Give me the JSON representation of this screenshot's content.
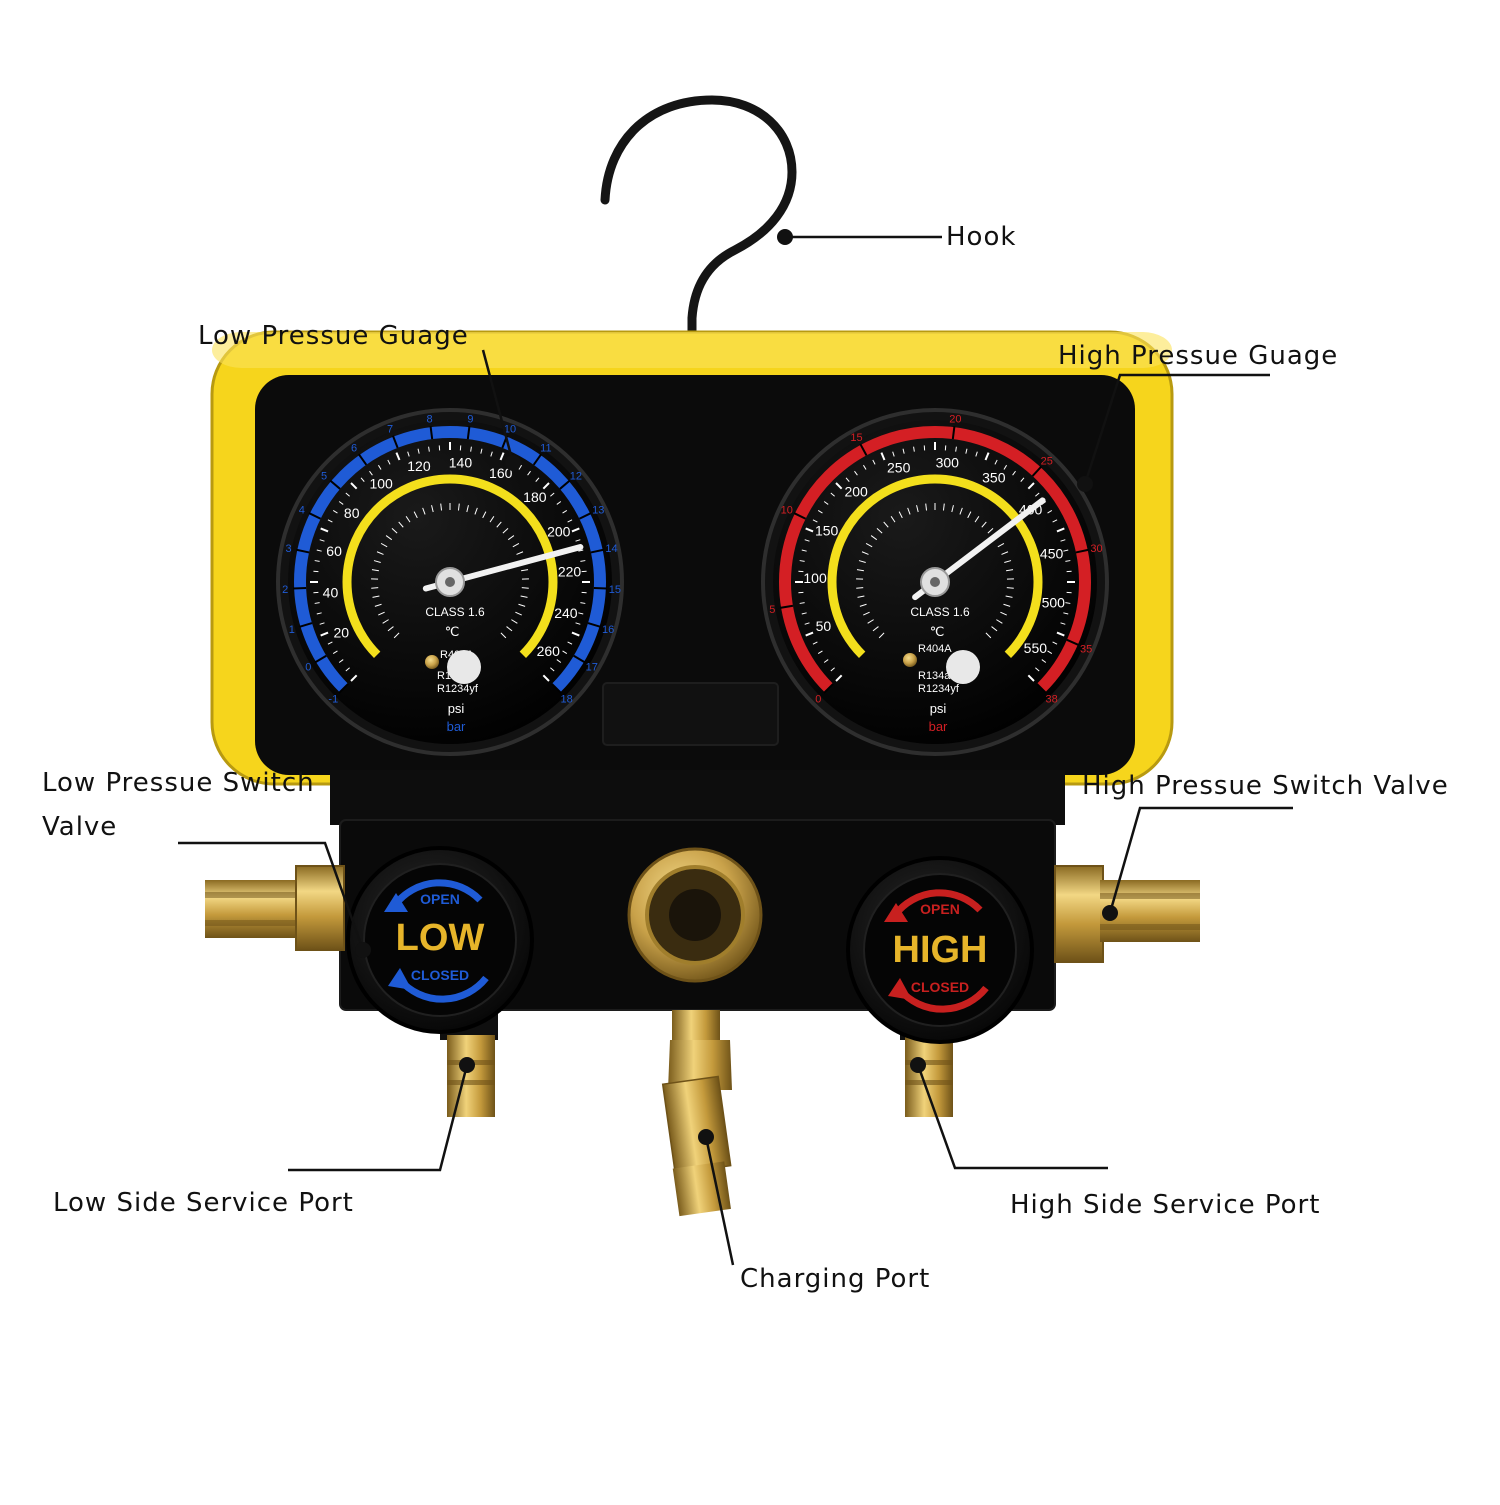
{
  "colors": {
    "housing_yellow": "#f6d51c",
    "panel_black": "#0a0a0a",
    "low_accent": "#1f5bd6",
    "high_accent": "#d41f24",
    "scale_yellow": "#f3df1c",
    "brass": "#c9a24a",
    "label_gold": "#e7b52a",
    "leader_line": "#111111"
  },
  "callouts": {
    "hook": "Hook",
    "low_gauge": "Low Pressue Guage",
    "high_gauge": "High Pressue Guage",
    "low_switch_valve": "Low Pressue Switch Valve",
    "high_switch_valve": "High Pressue Switch Valve",
    "low_service_port": "Low Side Service Port",
    "high_service_port": "High Side Service Port",
    "charging_port": "Charging Port"
  },
  "low_gauge": {
    "psi_ticks": [
      "20",
      "40",
      "60",
      "80",
      "100",
      "120",
      "140",
      "160",
      "180",
      "200",
      "220",
      "240",
      "260"
    ],
    "bar_ticks": [
      "-1",
      "0",
      "1",
      "2",
      "3",
      "4",
      "5",
      "6",
      "7",
      "8",
      "9",
      "10",
      "11",
      "12",
      "13",
      "14",
      "15",
      "16",
      "17",
      "18"
    ],
    "class": "CLASS 1.6",
    "temp_unit": "℃",
    "refrigerants": [
      "R404A",
      "R134a",
      "R1234yf"
    ],
    "unit_primary": "psi",
    "unit_secondary": "bar",
    "needle_value_psi": 210
  },
  "high_gauge": {
    "psi_ticks": [
      "50",
      "100",
      "150",
      "200",
      "250",
      "300",
      "350",
      "400",
      "450",
      "500",
      "550"
    ],
    "bar_ticks": [
      "0",
      "5",
      "10",
      "15",
      "20",
      "25",
      "30",
      "35",
      "38"
    ],
    "class": "CLASS 1.6",
    "temp_unit": "℃",
    "refrigerants": [
      "R404A",
      "R134a",
      "R1234yf"
    ],
    "unit_primary": "psi",
    "unit_secondary": "bar",
    "needle_value_psi": 400
  },
  "low_knob": {
    "label": "LOW",
    "open": "OPEN",
    "closed": "CLOSED"
  },
  "high_knob": {
    "label": "HIGH",
    "open": "OPEN",
    "closed": "CLOSED"
  }
}
